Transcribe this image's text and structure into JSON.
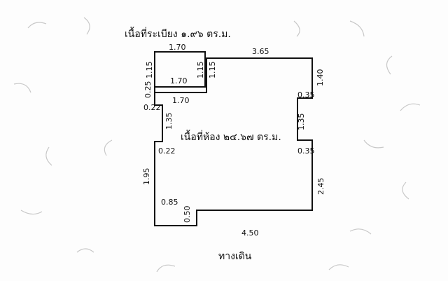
{
  "annotations": {
    "balcony_area": "เนื้อที่ระเบียง ๑.๙๖ ตร.ม.",
    "room_area": "เนื้อที่ห้อง ๒๔.๖๗ ตร.ม.",
    "walkway": "ทางเดิน"
  },
  "dimensions": {
    "balcony_top": "1.70",
    "balcony_left": "1.15",
    "balcony_inner_bottom": "1.70",
    "balcony_inner_right": "1.15",
    "balcony_right_wall": "1.15",
    "balcony_bottom": "1.70",
    "room_top": "3.65",
    "right_upper": "1.40",
    "right_step_top": "0.35",
    "right_middle": "1.35",
    "right_step_bottom": "0.35",
    "right_lower": "2.45",
    "left_gap": "0.25",
    "left_step_top": "0.22",
    "left_upper": "1.35",
    "left_step_bottom": "0.22",
    "left_lower": "1.95",
    "door_width": "0.85",
    "door_depth": "0.50",
    "bottom": "4.50"
  },
  "colors": {
    "ink": "#111111",
    "paper": "#fdfdfd",
    "scribble": "#c8c8c8"
  }
}
